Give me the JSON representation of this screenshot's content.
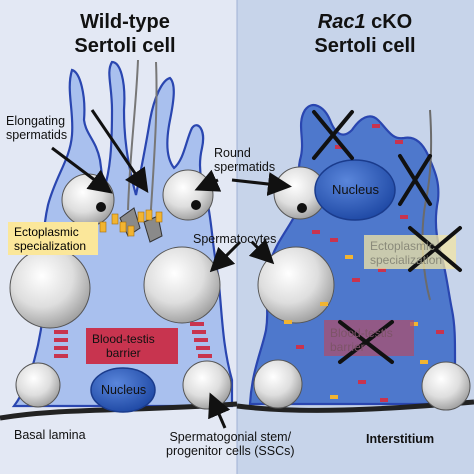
{
  "left_panel": {
    "title_line1": "Wild-type",
    "title_line2": "Sertoli cell",
    "labels": {
      "elongating": "Elongating\nspermatids",
      "ectoplasmic": "Ectoplasmic\nspecialization",
      "blood_testis": "Blood-testis\nbarrier",
      "nucleus": "Nucleus",
      "basal_lamina": "Basal lamina"
    }
  },
  "right_panel": {
    "title_italic": "Rac1",
    "title_rest": " cKO",
    "title_line2": "Sertoli cell",
    "labels": {
      "nucleus": "Nucleus",
      "ectoplasmic_faded": "Ectoplasmic\nspecialization",
      "blood_testis_faded": "Blood-testis\nbarrier",
      "interstitium": "Interstitium"
    }
  },
  "center_labels": {
    "round_spermatids": "Round\nspermatids",
    "spermatocytes": "Spermatocytes",
    "ssc": "Spermatogonial stem/\nprogenitor cells (SSCs)"
  },
  "colors": {
    "left_bg": "#e3e8f4",
    "right_bg": "#c7d4ea",
    "cell_fill": "#a9c0ee",
    "cell_stroke": "#2a46b0",
    "ko_fill": "#4e78cc",
    "nucleus_fill": "#2f5ec0",
    "es_box": "#fbe79a",
    "btb_box": "#c8344f",
    "junction_red": "#c8344f",
    "junction_yellow": "#f2b431"
  },
  "icons": [
    "cross-mark-icon",
    "arrow-icon"
  ]
}
